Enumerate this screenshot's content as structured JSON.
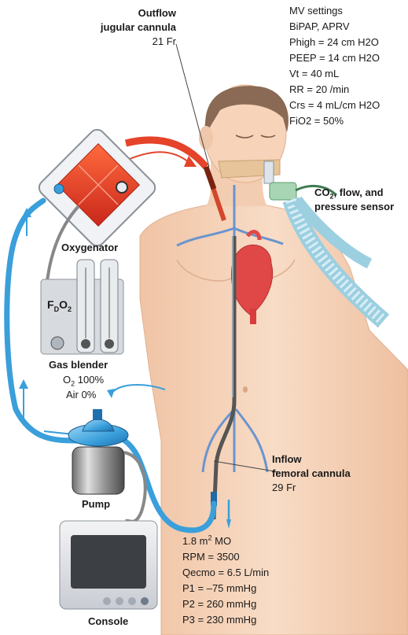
{
  "outflow": {
    "title_line1": "Outflow",
    "title_line2": "jugular cannula",
    "size": "21 Fr"
  },
  "mv": {
    "lines": [
      "MV settings",
      "BiPAP, APRV",
      "Phigh = 24 cm H2O",
      "PEEP = 14 cm H2O",
      "Vt = 40 mL",
      "RR = 20 /min",
      "Crs = 4 mL/cm H2O",
      "FiO2 = 50%"
    ]
  },
  "sensor": {
    "line1_prefix": "CO",
    "line1_sub": "2",
    "line1_suffix": ", flow, and",
    "line2": "pressure sensor"
  },
  "oxygenator": {
    "label": "Oxygenator"
  },
  "blender": {
    "fdo2_prefix": "F",
    "fdo2_sub": "D",
    "fdo2_suffix": "O",
    "fdo2_sub2": "2",
    "title": "Gas blender",
    "o2_prefix": "O",
    "o2_sub": "2",
    "o2_value": " 100%",
    "air": "Air 0%"
  },
  "pump": {
    "label": "Pump"
  },
  "console": {
    "label": "Console"
  },
  "inflow": {
    "title_line1": "Inflow",
    "title_line2": "femoral cannula",
    "size": "29 Fr"
  },
  "ecmo": {
    "mo_prefix": "1.8 m",
    "mo_sup": "2",
    "mo_suffix": " MO",
    "lines": [
      "RPM = 3500",
      "Qecmo = 6.5 L/min",
      "P1 = –75 mmHg",
      "P2 = 260 mmHg",
      "P3 = 230 mmHg"
    ]
  },
  "colors": {
    "skin": "#f5d2b7",
    "skin_shadow": "#e6b594",
    "tubing_blue": "#3a9fdb",
    "tubing_red": "#e5432a",
    "heart": "#e04848",
    "vessel": "#6a94cf",
    "sensor_green": "#a8d6b4"
  }
}
